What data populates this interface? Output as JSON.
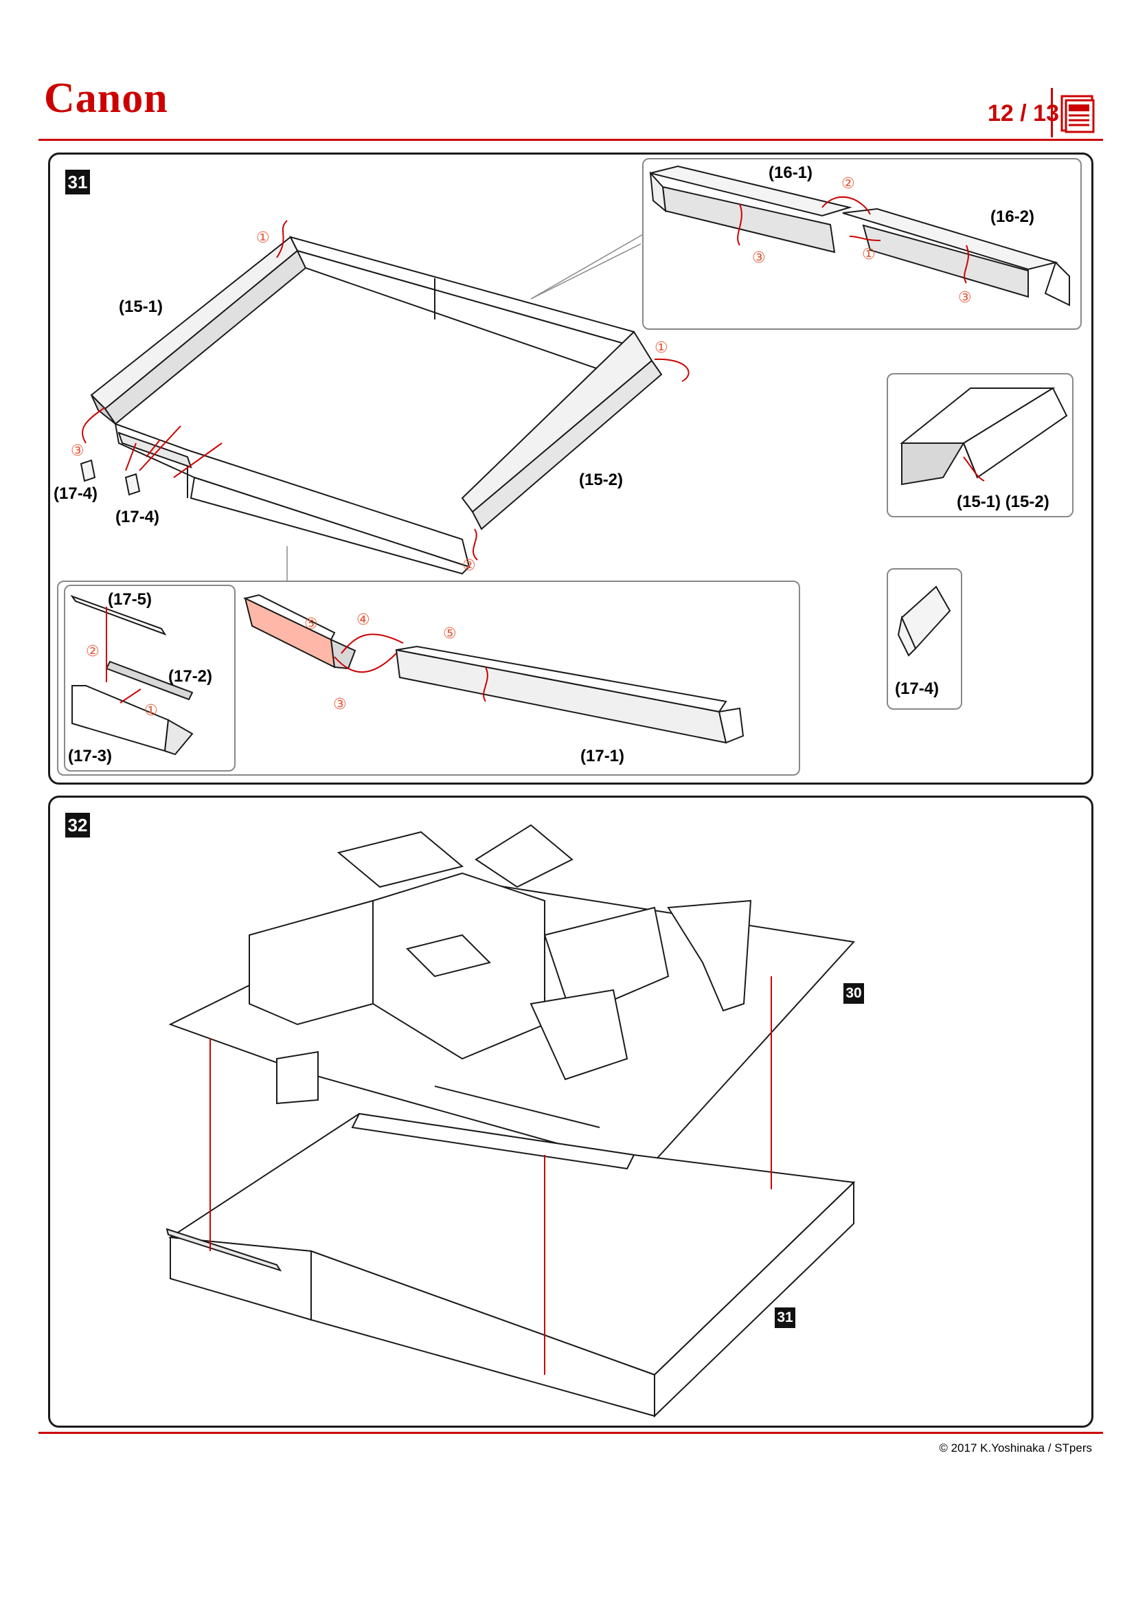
{
  "header": {
    "brand": "Canon",
    "page_indicator": "12 / 13"
  },
  "step31": {
    "number": "31",
    "labels": {
      "p15_1": "(15-1)",
      "p15_2": "(15-2)",
      "p16_1": "(16-1)",
      "p16_2": "(16-2)",
      "p17_4a": "(17-4)",
      "p17_4b": "(17-4)",
      "p17_5": "(17-5)",
      "p17_2": "(17-2)",
      "p17_3": "(17-3)",
      "p17_1": "(17-1)",
      "p15_pair": "(15-1) (15-2)",
      "p17_4_inset": "(17-4)"
    },
    "order_marks": [
      "①",
      "②",
      "③",
      "④",
      "⑤"
    ]
  },
  "step32": {
    "number": "32",
    "ref_top": "30",
    "ref_bottom": "31"
  },
  "footer": {
    "copyright": "© 2017 K.Yoshinaka / STpers"
  },
  "colors": {
    "brand_red": "#cc0000",
    "step_mark": "#e85a3a",
    "line": "#1a1a1a"
  }
}
